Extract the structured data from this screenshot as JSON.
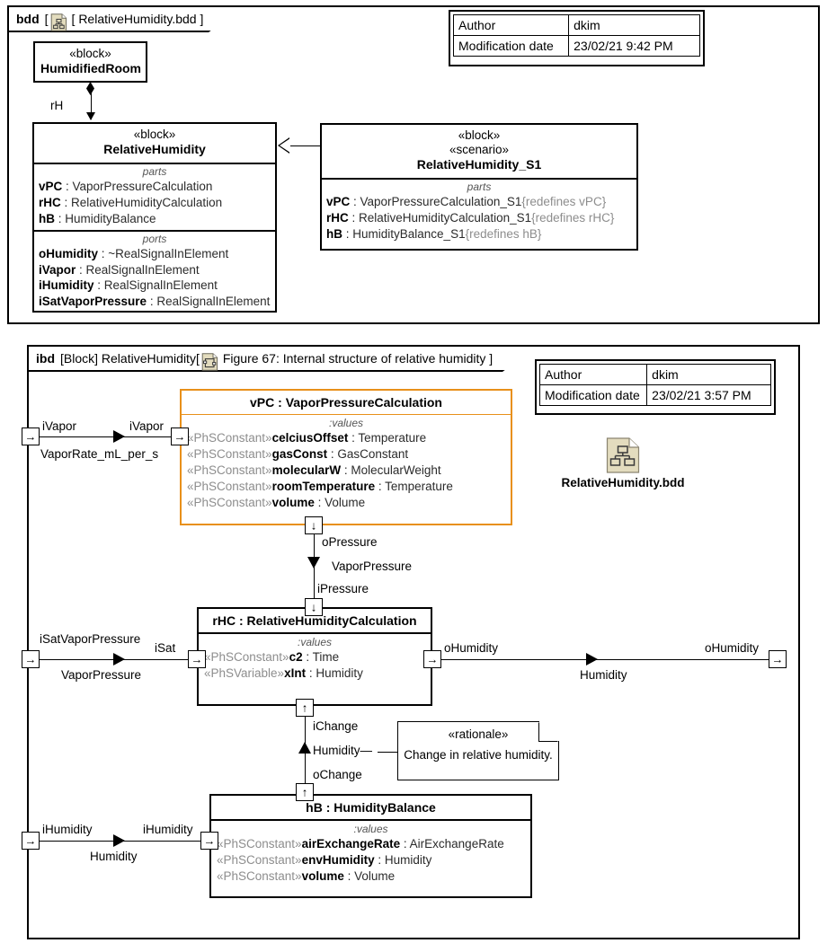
{
  "bdd": {
    "tab": {
      "kind": "bdd",
      "icon": "bdd-diagram-icon",
      "title": "[ RelativeHumidity.bdd ]"
    },
    "meta": {
      "rows": [
        {
          "label": "Author",
          "value": "dkim"
        },
        {
          "label": "Modification date",
          "value": "23/02/21 9:42 PM"
        }
      ]
    },
    "humidified_room": {
      "stereotype": "«block»",
      "name": "HumidifiedRoom"
    },
    "composition_label": "rH",
    "relative_humidity": {
      "stereotype": "«block»",
      "name": "RelativeHumidity",
      "parts_label": "parts",
      "parts": [
        {
          "name": "vPC",
          "sep": " : ",
          "type": "VaporPressureCalculation"
        },
        {
          "name": "rHC",
          "sep": " : ",
          "type": "RelativeHumidityCalculation"
        },
        {
          "name": "hB",
          "sep": " : ",
          "type": "HumidityBalance"
        }
      ],
      "ports_label": "ports",
      "ports": [
        {
          "name": "oHumidity",
          "sep": " : ",
          "type": "~RealSignalInElement"
        },
        {
          "name": "iVapor",
          "sep": " : ",
          "type": "RealSignalInElement"
        },
        {
          "name": "iHumidity",
          "sep": " : ",
          "type": "RealSignalInElement"
        },
        {
          "name": "iSatVaporPressure",
          "sep": " : ",
          "type": "RealSignalInElement"
        }
      ]
    },
    "scenario": {
      "stereotype1": "«block»",
      "stereotype2": "«scenario»",
      "name": "RelativeHumidity_S1",
      "parts_label": "parts",
      "parts": [
        {
          "name": "vPC",
          "sep": " : ",
          "type": "VaporPressureCalculation_S1",
          "redefines": "{redefines vPC}"
        },
        {
          "name": "rHC",
          "sep": " : ",
          "type": "RelativeHumidityCalculation_S1",
          "redefines": "{redefines rHC}"
        },
        {
          "name": "hB",
          "sep": " : ",
          "type": "HumidityBalance_S1",
          "redefines": "{redefines hB}"
        }
      ]
    }
  },
  "ibd": {
    "tab": {
      "kind": "ibd",
      "prefix": "[Block] RelativeHumidity[",
      "icon": "ibd-diagram-icon",
      "title": "Figure 67: Internal structure of relative humidity ]"
    },
    "meta": {
      "rows": [
        {
          "label": "Author",
          "value": "dkim"
        },
        {
          "label": "Modification date",
          "value": "23/02/21 3:57 PM"
        }
      ]
    },
    "bdd_file": {
      "icon": "bdd-file-icon",
      "caption": "RelativeHumidity.bdd"
    },
    "vpc": {
      "title": "vPC : VaporPressureCalculation",
      "values_label": ":values",
      "values": [
        {
          "stereotype": "«PhSConstant»",
          "name": "celciusOffset",
          "sep": " : ",
          "type": "Temperature"
        },
        {
          "stereotype": "«PhSConstant»",
          "name": "gasConst",
          "sep": " : ",
          "type": "GasConstant"
        },
        {
          "stereotype": "«PhSConstant»",
          "name": "molecularW",
          "sep": " : ",
          "type": "MolecularWeight"
        },
        {
          "stereotype": "«PhSConstant»",
          "name": "roomTemperature",
          "sep": " : ",
          "type": "Temperature"
        },
        {
          "stereotype": "«PhSConstant»",
          "name": "volume",
          "sep": " : ",
          "type": "Volume"
        }
      ],
      "highlight_color": "#E8901A"
    },
    "rhc": {
      "title": "rHC : RelativeHumidityCalculation",
      "values_label": ":values",
      "values": [
        {
          "stereotype": "«PhSConstant»",
          "name": "c2",
          "sep": " : ",
          "type": "Time"
        },
        {
          "stereotype": "«PhSVariable»",
          "name": "xInt",
          "sep": " : ",
          "type": "Humidity"
        }
      ]
    },
    "hb": {
      "title": "hB : HumidityBalance",
      "values_label": ":values",
      "values": [
        {
          "stereotype": "«PhSConstant»",
          "name": "airExchangeRate",
          "sep": " : ",
          "type": "AirExchangeRate"
        },
        {
          "stereotype": "«PhSConstant»",
          "name": "envHumidity",
          "sep": " : ",
          "type": "Humidity"
        },
        {
          "stereotype": "«PhSConstant»",
          "name": "volume",
          "sep": " : ",
          "type": "Volume"
        }
      ]
    },
    "note": {
      "stereotype": "«rationale»",
      "text": "Change in relative humidity."
    },
    "connectors": {
      "vapor": {
        "outer_port_label": "iVapor",
        "inner_port_label": "iVapor",
        "item_flow": "VaporRate_mL_per_s"
      },
      "pressure": {
        "source_port_label": "oPressure",
        "item_flow": "VaporPressure",
        "target_port_label": "iPressure"
      },
      "sat_vapor": {
        "outer_port_label": "iSatVaporPressure",
        "inner_port_label": "iSat",
        "item_flow": "VaporPressure"
      },
      "humidity_out": {
        "inner_port_label": "oHumidity",
        "outer_port_label": "oHumidity",
        "item_flow": "Humidity"
      },
      "change": {
        "target_port_label": "iChange",
        "item_flow": "Humidity—",
        "source_port_label": "oChange"
      },
      "humidity_in": {
        "outer_port_label": "iHumidity",
        "inner_port_label": "iHumidity",
        "item_flow": "Humidity"
      }
    },
    "port_glyphs": {
      "right": "→",
      "down": "↓",
      "up": "↑"
    }
  }
}
